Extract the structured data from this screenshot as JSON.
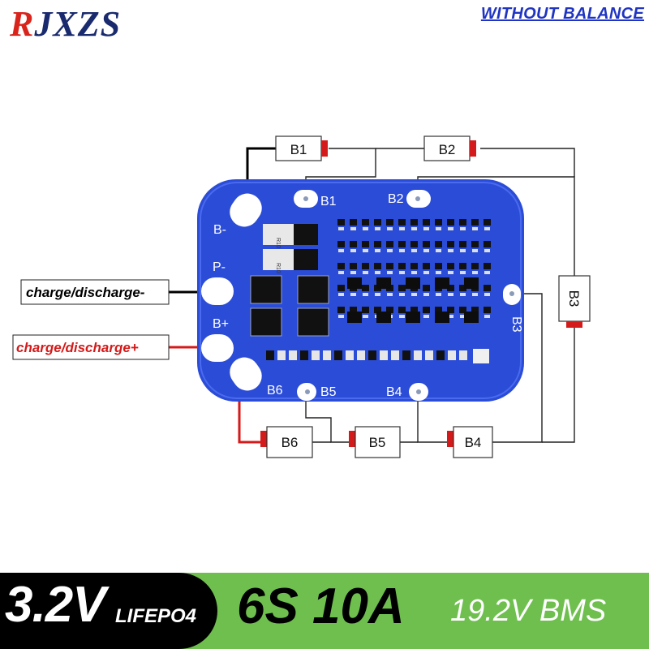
{
  "header": {
    "brand_r": "R",
    "brand_rest": "JXZS",
    "badge": "WITHOUT BALANCE"
  },
  "board": {
    "pad_labels": [
      "B-",
      "P-",
      "B+",
      "B6",
      "B5",
      "B4",
      "B1",
      "B2",
      "B3"
    ],
    "silk_r10": "R10"
  },
  "cells": [
    "B1",
    "B2",
    "B3",
    "B4",
    "B5",
    "B6"
  ],
  "wires": {
    "charge_minus": "charge/discharge-",
    "charge_plus": "charge/discharge+"
  },
  "colors": {
    "board_blue": "#2b4cd6",
    "pad_white": "#ffffff",
    "terminal_red": "#d41a1a",
    "plus_wire": "#d41a1a",
    "band_green": "#6fbf4f",
    "brand_navy": "#1a2a6e",
    "badge_blue": "#1f34c2"
  },
  "footer": {
    "voltage": "3.2V",
    "chemistry": "LIFEPO4",
    "spec": "6S 10A",
    "model": "19.2V BMS"
  }
}
